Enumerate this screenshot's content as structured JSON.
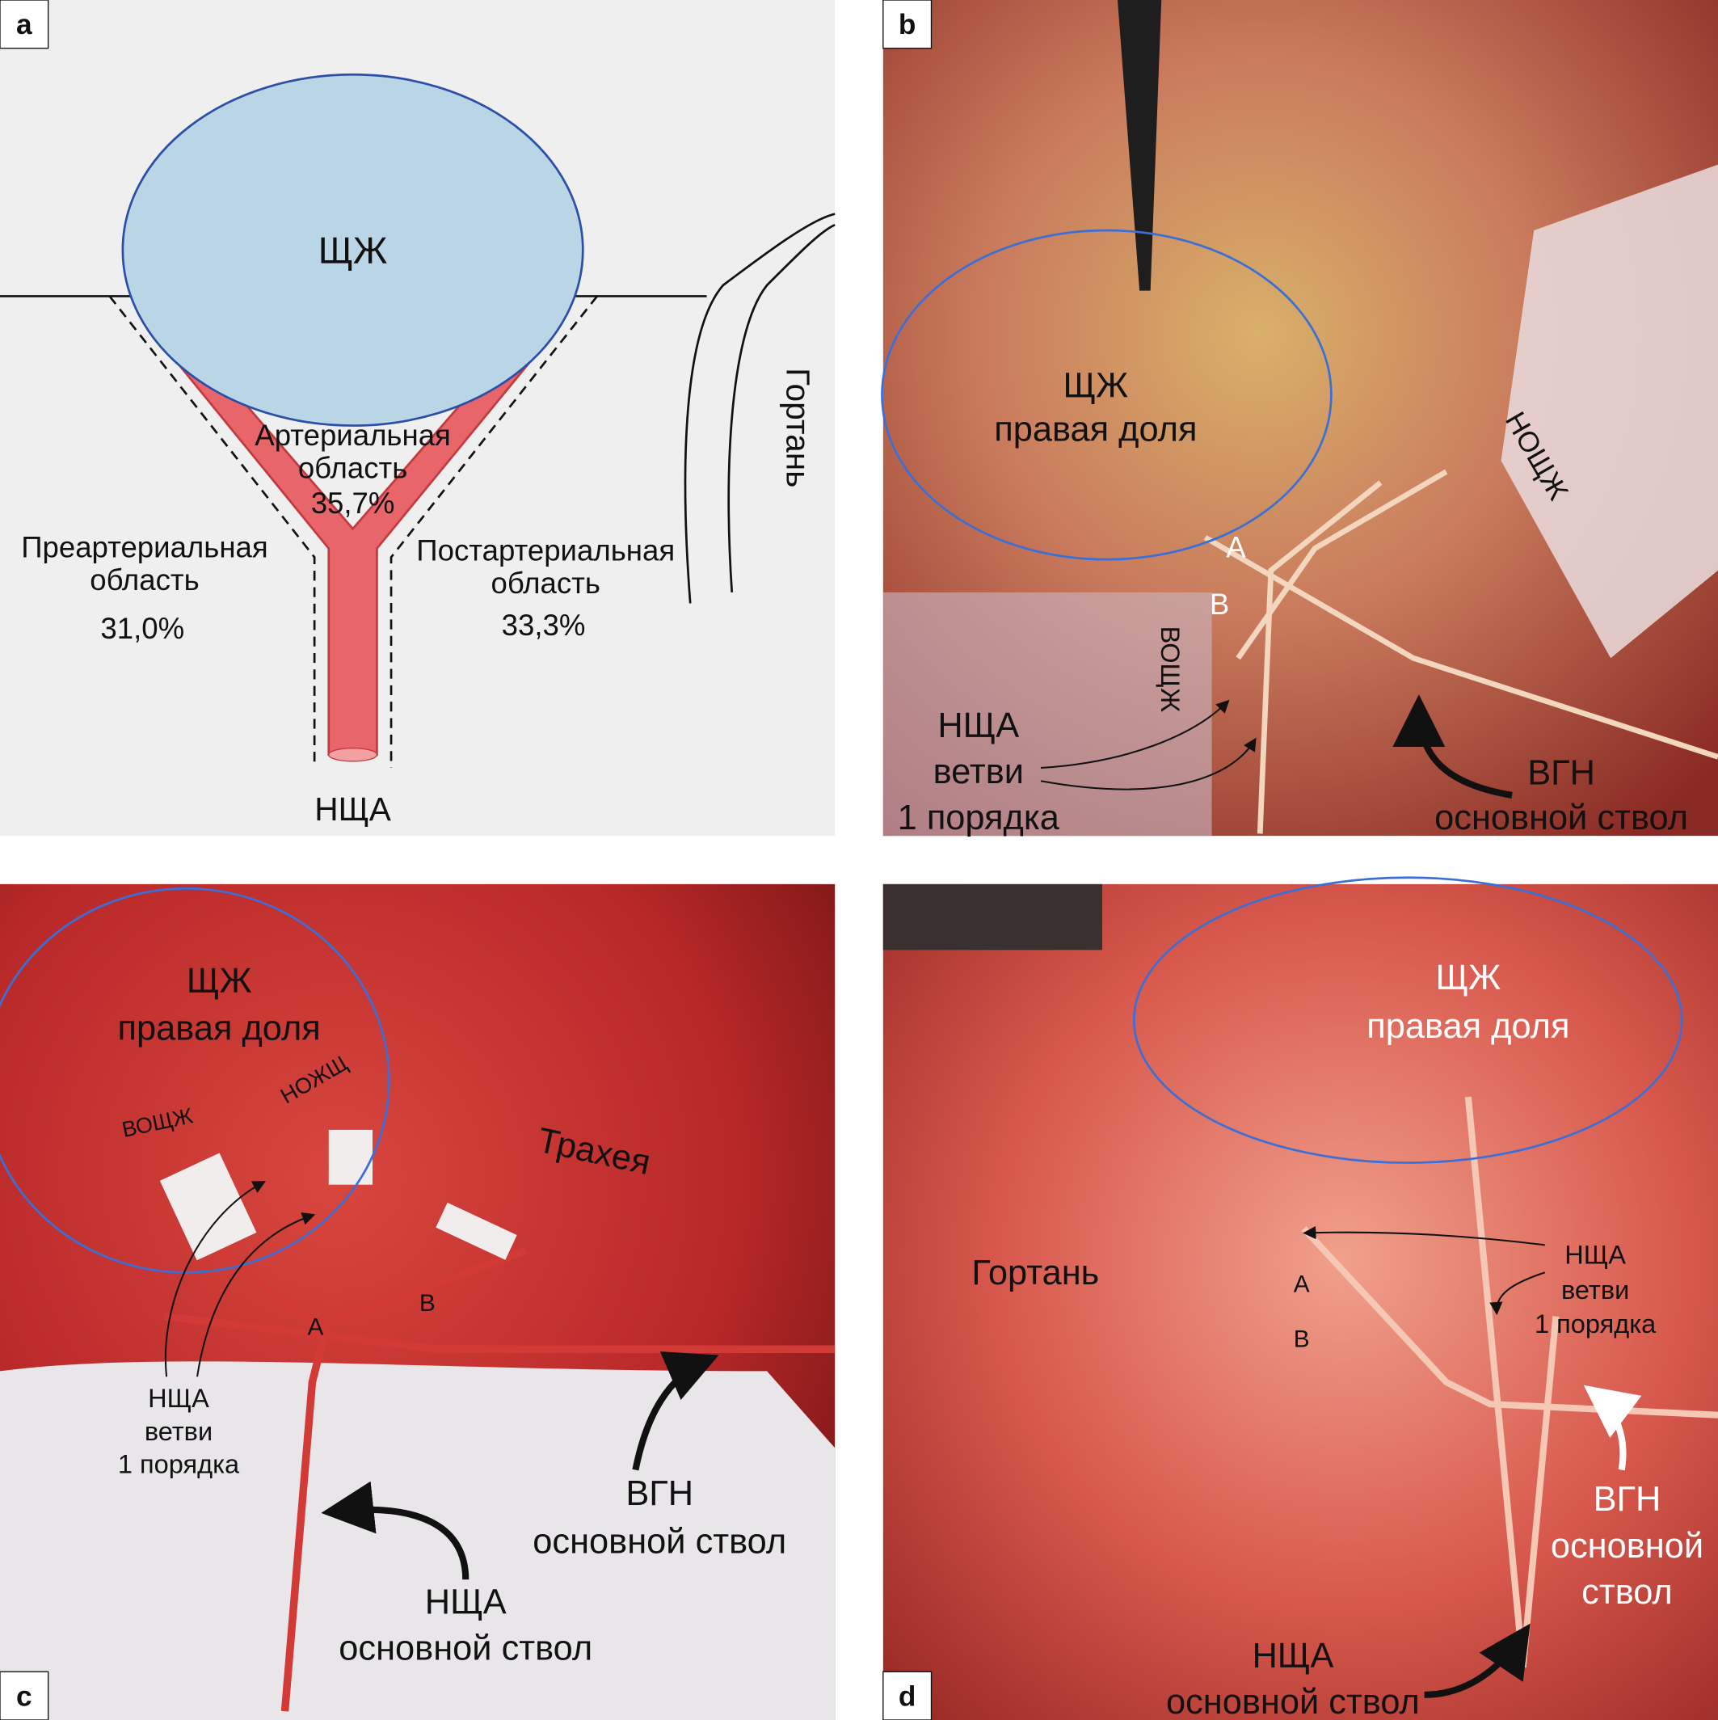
{
  "panels": {
    "a": {
      "letter": "a",
      "thyroid": "ЩЖ",
      "arterial": [
        "Артериальная",
        "область",
        "35,7%"
      ],
      "prearterial": [
        "Преартериальная",
        "область",
        "31,0%"
      ],
      "postarterial": [
        "Постартериальная",
        "область",
        "33,3%"
      ],
      "larynx": "Гортань",
      "artery": "НЩА"
    },
    "b": {
      "letter": "b",
      "thyroid": [
        "ЩЖ",
        "правая доля"
      ],
      "nozhzh": "НОЩЖ",
      "vozhzh": "ВОЩЖ",
      "point_a": "A",
      "point_b": "B",
      "branches": [
        "НЩА",
        "ветви",
        "1 порядка"
      ],
      "nerve": [
        "ВГН",
        "основной ствол"
      ]
    },
    "c": {
      "letter": "c",
      "thyroid": [
        "ЩЖ",
        "правая доля"
      ],
      "vozhzh": "ВОЩЖ",
      "nozhzh": "НОЖЩ",
      "trachea": "Трахея",
      "point_a": "A",
      "point_b": "B",
      "branches": [
        "НЩА",
        "ветви",
        "1 порядка"
      ],
      "nerve": [
        "ВГН",
        "основной ствол"
      ],
      "artery_trunk": [
        "НЩА",
        "основной ствол"
      ]
    },
    "d": {
      "letter": "d",
      "thyroid": [
        "ЩЖ",
        "правая доля"
      ],
      "larynx": "Гортань",
      "point_a": "A",
      "point_b": "B",
      "branches": [
        "НЩА",
        "ветви",
        "1 порядка"
      ],
      "nerve": [
        "ВГН",
        "основной",
        "ствол"
      ],
      "artery_trunk": [
        "НЩА",
        "основной ствол"
      ]
    }
  },
  "colors": {
    "thyroid_fill": "#b9d5e6",
    "outline": "#2a56b5",
    "artery": "#e8656a"
  }
}
